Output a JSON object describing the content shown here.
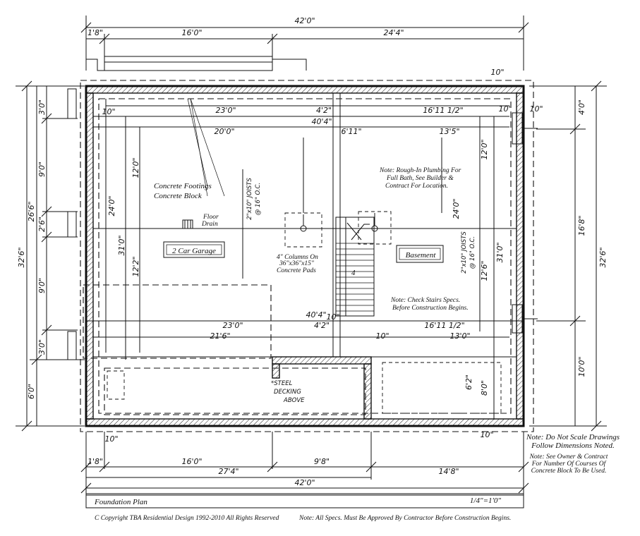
{
  "plan": {
    "title": "Foundation Plan",
    "scale": "1/4\"=1'0\"",
    "copyright": "C Copyright TBA Residential Design 1992-2010 All Rights Reserved",
    "approval_note": "Note: All Specs. Must Be Approved By Contractor Before Construction Begins."
  },
  "rooms": {
    "garage": "2 Car Garage",
    "basement": "Basement"
  },
  "labels": {
    "footings": "Concrete Footings",
    "block": "Concrete Block",
    "floor_drain_1": "Floor",
    "floor_drain_2": "Drain",
    "columns_1": "4\" Columns On",
    "columns_2": "36\"x36\"x15\"",
    "columns_3": "Concrete Pads",
    "plumbing_1": "Note: Rough-In Plumbing For",
    "plumbing_2": "Full Bath, See Builder &",
    "plumbing_3": "Contract For Location.",
    "stairs_1": "Note: Check Stairs Specs.",
    "stairs_2": "Before Construction Begins.",
    "steel_1": "*STEEL",
    "steel_2": "DECKING",
    "steel_3": "ABOVE",
    "joists_left_1": "2\"x10\" JOISTS",
    "joists_left_2": "@ 16\" O.C.",
    "joists_right_1": "2\"x10\" JOISTS",
    "joists_right_2": "@ 16\" O.C."
  },
  "side_notes": {
    "scale_1": "Note: Do Not Scale Drawings",
    "scale_2": "Follow Dimensions Noted.",
    "block_1": "Note: See Owner & Contract",
    "block_2": "For Number Of Courses Of",
    "block_3": "Concrete Block To Be Used."
  },
  "dims": {
    "top_overall": "42'0\"",
    "top_a": "1'8\"",
    "top_b": "16'0\"",
    "top_c": "24'4\"",
    "top_door": "10\"",
    "bot_overall": "42'0\"",
    "bot_27": "27'4\"",
    "bot_a": "1'8\"",
    "bot_b": "16'0\"",
    "bot_c": "9'8\"",
    "bot_d": "14'8\"",
    "bot_10_l": "10\"",
    "bot_10_r": "10\"",
    "in_23_top": "23'0\"",
    "in_4": "4'2\"",
    "in_16_top": "16'11 1/2\"",
    "in_40": "40'4\"",
    "in_20": "20'0\"",
    "in_611": "6'11\"",
    "in_135": "13'5\"",
    "in_10_a": "10\"",
    "in_10_b": "10\"",
    "in_40_bot": "40'4\"",
    "in_23_bot": "23'0\"",
    "in_42_bot": "4'2\"",
    "in_16_bot": "16'11 1/2\"",
    "in_216": "21'6\"",
    "in_10_c": "10\"",
    "in_130": "13'0\"",
    "in_10_d": "10\"",
    "v_12_l": "12'0\"",
    "v_24_l": "24'0\"",
    "v_310_l": "31'0\"",
    "v_122_l": "12'2\"",
    "v_12_r": "12'0\"",
    "v_240_r": "24'0\"",
    "v_310_r": "31'0\"",
    "v_126_r": "12'6\"",
    "v_62_r": "6'2\"",
    "v_80_r": "8'0\"",
    "l_30_a": "3'0\"",
    "l_90_a": "9'0\"",
    "l_26": "2'6\"",
    "l_90_b": "9'0\"",
    "l_30_b": "3'0\"",
    "l_266": "26'6\"",
    "l_60": "6'0\"",
    "l_326": "32'6\"",
    "r_40": "4'0\"",
    "r_168": "16'8\"",
    "r_326": "32'6\"",
    "r_100": "10'0\"",
    "r_10": "10\""
  }
}
